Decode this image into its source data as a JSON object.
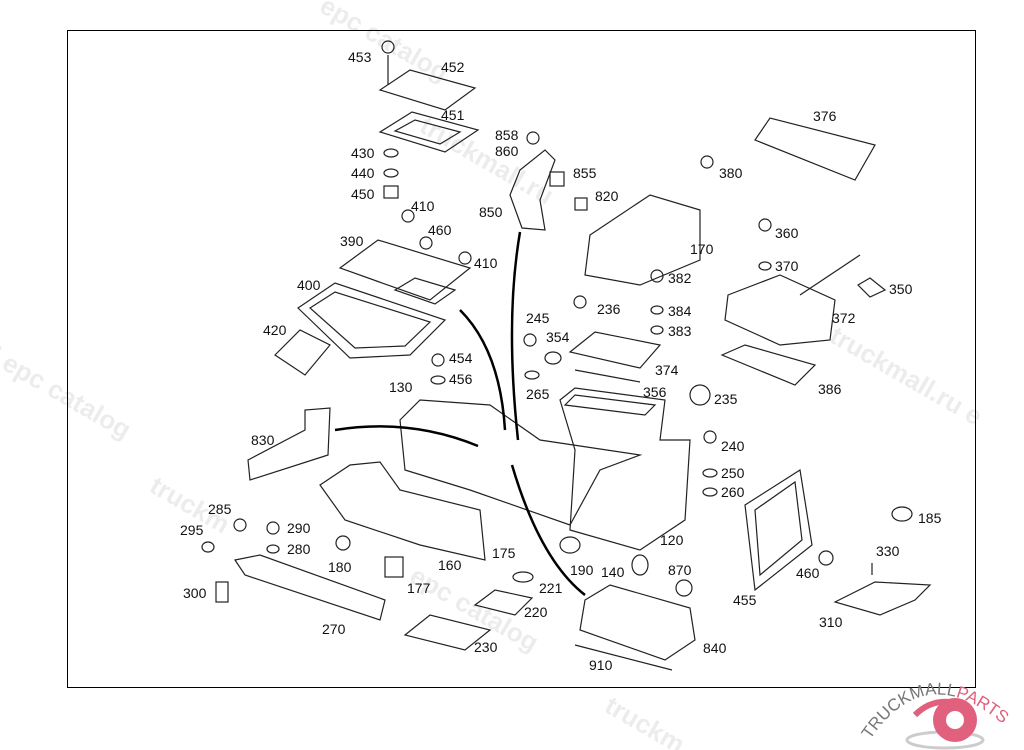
{
  "labels": [
    "453",
    "452",
    "451",
    "430",
    "440",
    "450",
    "410",
    "460",
    "390",
    "410",
    "400",
    "420",
    "858",
    "860",
    "855",
    "820",
    "850",
    "376",
    "380",
    "170",
    "360",
    "370",
    "350",
    "382",
    "236",
    "384",
    "383",
    "245",
    "354",
    "372",
    "374",
    "454",
    "456",
    "130",
    "265",
    "356",
    "235",
    "386",
    "830",
    "240",
    "250",
    "260",
    "285",
    "295",
    "290",
    "280",
    "180",
    "177",
    "160",
    "175",
    "120",
    "190",
    "140",
    "870",
    "221",
    "220",
    "300",
    "270",
    "230",
    "455",
    "460",
    "330",
    "185",
    "310",
    "840",
    "910"
  ],
  "watermarks": [
    "epc catalog",
    "truckmall.ru",
    "l epc catalog",
    "truckmall.ru e",
    "truckm",
    "epc catalog",
    "truckm"
  ],
  "logo": {
    "text": "TRUCKMALLPARTS",
    "colors": {
      "gear": "#e0607e",
      "text_dark": "#777777",
      "text_accent": "#e0607e"
    }
  }
}
